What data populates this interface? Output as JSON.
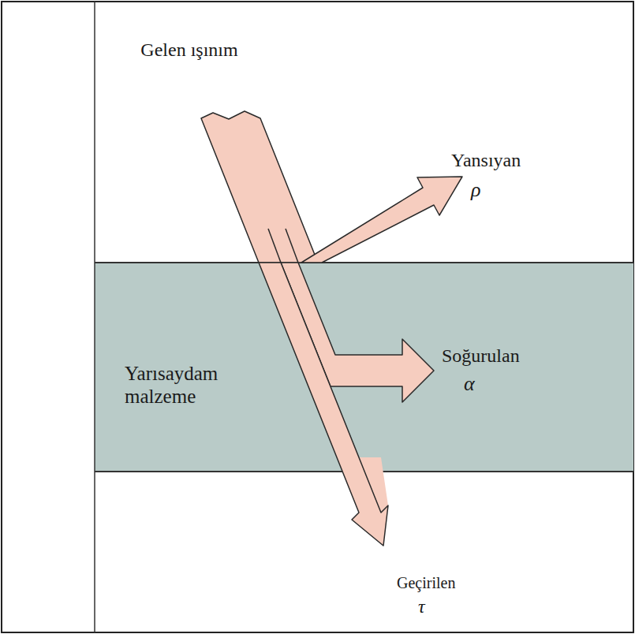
{
  "diagram": {
    "nodes": [
      {
        "text": [
          "Yarısaydam malzeme"
        ]
      }
    ],
    "labels": [
      "Gelen ışınım",
      "Yansıyan",
      "ρ",
      "Soğurulan",
      "α",
      "Geçirilen",
      "τ"
    ]
  }
}
